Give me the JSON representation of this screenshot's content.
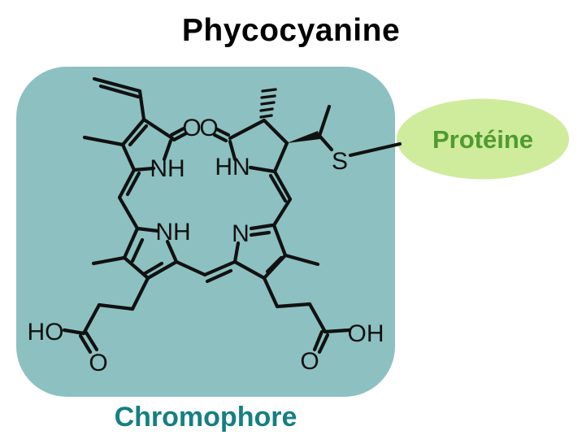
{
  "title": "Phycocyanine",
  "colors": {
    "background": "#ffffff",
    "chromophore_box": "#8dc0c1",
    "protein_ellipse": "#cfeb9c",
    "protein_text": "#4f9b2f",
    "chromophore_text": "#157f82",
    "structure_ink": "#111111",
    "title_text": "#000000"
  },
  "diagram": {
    "chromophore_label": "Chromophore",
    "protein_label": "Protéine",
    "atom_labels": {
      "ring_a_nh": "NH",
      "ring_a_o": "O",
      "ring_d_o": "O",
      "ring_d_hn": "HN",
      "ring_b_nh": "NH",
      "ring_c_n": "N",
      "thioether_s": "S",
      "left_acid_ho": "HO",
      "left_acid_o": "O",
      "right_acid_oh": "OH",
      "right_acid_o": "O"
    }
  }
}
